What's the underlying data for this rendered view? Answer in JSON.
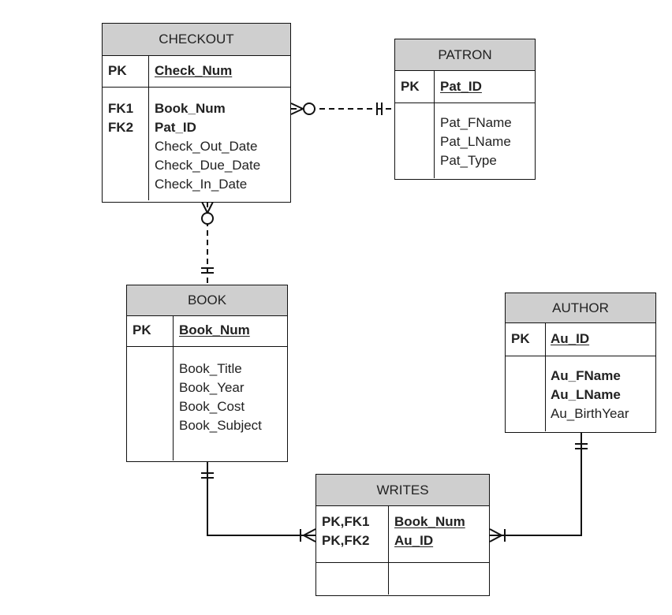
{
  "entities": {
    "checkout": {
      "name": "CHECKOUT",
      "pk_label": "PK",
      "pk_attr": "Check_Num",
      "fk1": "FK1",
      "fk2": "FK2",
      "attrs": [
        "Book_Num",
        "Pat_ID",
        "Check_Out_Date",
        "Check_Due_Date",
        "Check_In_Date"
      ]
    },
    "patron": {
      "name": "PATRON",
      "pk_label": "PK",
      "pk_attr": "Pat_ID",
      "attrs": [
        "Pat_FName",
        "Pat_LName",
        "Pat_Type"
      ]
    },
    "book": {
      "name": "BOOK",
      "pk_label": "PK",
      "pk_attr": "Book_Num",
      "attrs": [
        "Book_Title",
        "Book_Year",
        "Book_Cost",
        "Book_Subject"
      ]
    },
    "author": {
      "name": "AUTHOR",
      "pk_label": "PK",
      "pk_attr": "Au_ID",
      "attrs": [
        "Au_FName",
        "Au_LName",
        "Au_BirthYear"
      ]
    },
    "writes": {
      "name": "WRITES",
      "keys": [
        "PK,FK1",
        "PK,FK2"
      ],
      "pk_attrs": [
        "Book_Num",
        "Au_ID"
      ]
    }
  }
}
